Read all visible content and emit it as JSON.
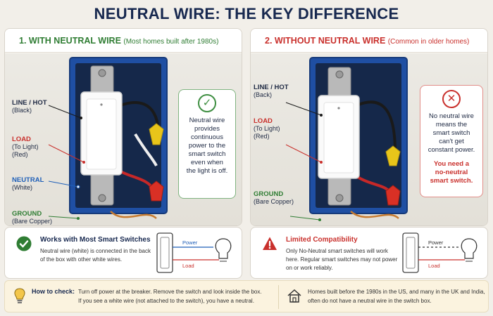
{
  "title": "NEUTRAL WIRE: THE KEY DIFFERENCE",
  "left_panel": {
    "heading": "1. WITH NEUTRAL WIRE",
    "heading_sub": "(Most homes built after 1980s)",
    "labels": {
      "line": {
        "name": "LINE / HOT",
        "note": "(Black)"
      },
      "load": {
        "name": "LOAD",
        "note1": "(To Light)",
        "note2": "(Red)"
      },
      "neutral": {
        "name": "NEUTRAL",
        "note": "(White)"
      },
      "ground": {
        "name": "GROUND",
        "note": "(Bare Copper)"
      }
    },
    "callout": {
      "symbol": "✓",
      "lines": [
        "Neutral wire",
        "provides",
        "continuous",
        "power to the",
        "smart switch",
        "even when",
        "the light is off."
      ]
    }
  },
  "right_panel": {
    "heading": "2. WITHOUT NEUTRAL WIRE",
    "heading_sub": "(Common in older homes)",
    "labels": {
      "line": {
        "name": "LINE / HOT",
        "note": "(Back)"
      },
      "load": {
        "name": "LOAD",
        "note1": "(To Light)",
        "note2": "(Red)"
      },
      "ground": {
        "name": "GROUND",
        "note": "(Bare Copper)"
      }
    },
    "callout": {
      "symbol": "✕",
      "lines": [
        "No neutral wire",
        "means the",
        "smart switch",
        "can't get",
        "constant power."
      ],
      "warn_lines": [
        "You need a",
        "no-neutral",
        "smart switch."
      ]
    }
  },
  "bottom_left": {
    "title": "Works with Most Smart Switches",
    "text": "Neutral wire (white) is connected in the back of the box with other white wires.",
    "power_label": "Power",
    "load_label": "Load"
  },
  "bottom_right": {
    "title": "Limited Compatibility",
    "text": "Only No-Neutral smart switches will work here. Regular smart switches may not power on or work reliably.",
    "power_label": "Power",
    "load_label": "Load"
  },
  "footer": {
    "how_title": "How to check:",
    "how_line1": "Turn off power at the breaker. Remove the switch and look inside the box.",
    "how_line2": "If you see a white wire (not attached to the switch), you have a neutral.",
    "homes_line1": "Homes built before the 1980s in the US, and many in the UK and India,",
    "homes_line2": "often do not have a neutral wire in the switch box."
  },
  "colors": {
    "title": "#17284f",
    "good": "#2f7d33",
    "bad": "#c9302c",
    "neutral": "#1f5fb8",
    "box": "#1f4fa3"
  }
}
